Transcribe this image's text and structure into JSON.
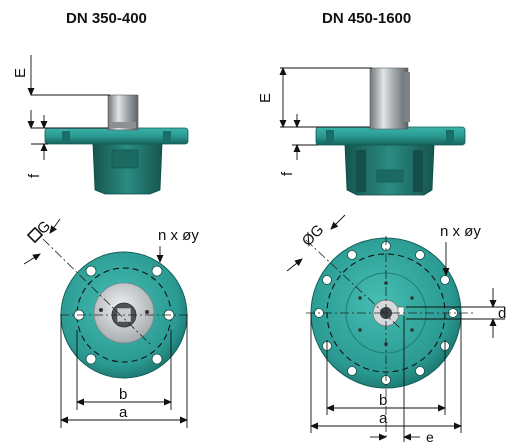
{
  "titles": {
    "left": "DN 350-400",
    "right": "DN 450-1600"
  },
  "labels": {
    "E": "E",
    "f": "f",
    "G": "G",
    "phiG": "ØG",
    "holes": "n x øy",
    "a": "a",
    "b": "b",
    "d": "d",
    "e": "e"
  },
  "colors": {
    "flange": "#2a9a92",
    "flange_dark": "#1f6f6a",
    "body": "#1d6e66",
    "steel": "#9aa0a3",
    "steel_light": "#d8dcde",
    "plate": "#c9ced1"
  },
  "icons": {
    "square_drive_symbol": "square-outline-icon"
  }
}
